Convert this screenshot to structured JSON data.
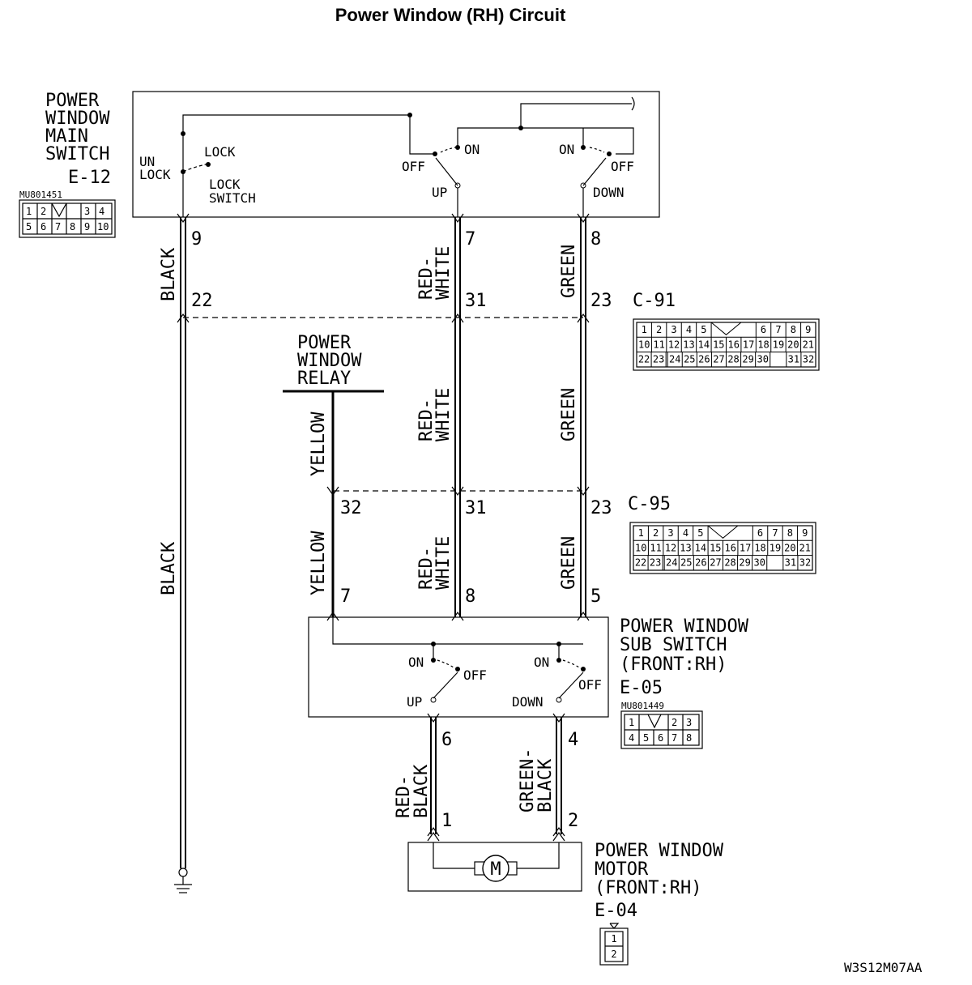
{
  "title": "Power Window (RH) Circuit",
  "main_switch": {
    "name_lines": [
      "POWER",
      "WINDOW",
      "MAIN",
      "SWITCH"
    ],
    "connector": "E-12",
    "part_no": "MU801451",
    "lock_labels": {
      "un": "UN",
      "unlock": "LOCK",
      "lock": "LOCK",
      "switch_l1": "LOCK",
      "switch_l2": "SWITCH"
    },
    "up_labels": {
      "on": "ON",
      "off": "OFF",
      "up": "UP"
    },
    "down_labels": {
      "on": "ON",
      "off": "OFF",
      "down": "DOWN"
    },
    "pin_rows": [
      [
        "1",
        "2",
        "",
        "3",
        "4"
      ],
      [
        "5",
        "6",
        "7",
        "8",
        "9",
        "10"
      ]
    ]
  },
  "wires": {
    "black": "BLACK",
    "red_white_1": "RED-",
    "red_white_2": "WHITE",
    "green": "GREEN",
    "yellow": "YELLOW",
    "red_black_1": "RED-",
    "red_black_2": "BLACK",
    "green_black_1": "GREEN-",
    "green_black_2": "BLACK"
  },
  "pins": {
    "e12_black": "9",
    "e12_rw": "7",
    "e12_green": "8",
    "c91_black": "22",
    "c91_rw": "31",
    "c91_green": "23",
    "c95_yellow": "32",
    "c95_rw": "31",
    "c95_green": "23",
    "e05_yellow": "7",
    "e05_rw": "8",
    "e05_green": "5",
    "e05_up": "6",
    "e05_down": "4",
    "e04_1": "1",
    "e04_2": "2"
  },
  "c91": {
    "name": "C-91",
    "rows": [
      [
        "1",
        "2",
        "3",
        "4",
        "5",
        "",
        "6",
        "7",
        "8",
        "9"
      ],
      [
        "10",
        "11",
        "12",
        "13",
        "14",
        "15",
        "16",
        "17",
        "18",
        "19",
        "20",
        "21"
      ],
      [
        "22",
        "23",
        "",
        "24",
        "25",
        "26",
        "27",
        "28",
        "29",
        "30",
        "",
        "31",
        "32"
      ]
    ]
  },
  "c95": {
    "name": "C-95",
    "rows": [
      [
        "1",
        "2",
        "3",
        "4",
        "5",
        "",
        "6",
        "7",
        "8",
        "9"
      ],
      [
        "10",
        "11",
        "12",
        "13",
        "14",
        "15",
        "16",
        "17",
        "18",
        "19",
        "20",
        "21"
      ],
      [
        "22",
        "23",
        "",
        "24",
        "25",
        "26",
        "27",
        "28",
        "29",
        "30",
        "",
        "31",
        "32"
      ]
    ]
  },
  "relay": {
    "lines": [
      "POWER",
      "WINDOW",
      "RELAY"
    ]
  },
  "sub_switch": {
    "name_lines": [
      "POWER WINDOW",
      "SUB SWITCH",
      "(FRONT:RH)"
    ],
    "connector": "E-05",
    "part_no": "MU801449",
    "up_labels": {
      "on": "ON",
      "off": "OFF",
      "up": "UP"
    },
    "down_labels": {
      "on": "ON",
      "off": "OFF",
      "down": "DOWN"
    },
    "pin_rows": [
      [
        "1",
        "",
        "2",
        "3"
      ],
      [
        "4",
        "5",
        "6",
        "7",
        "8"
      ]
    ]
  },
  "motor": {
    "name_lines": [
      "POWER WINDOW",
      "MOTOR",
      "(FRONT:RH)"
    ],
    "connector": "E-04",
    "symbol": "M",
    "pins": [
      "1",
      "2"
    ]
  },
  "figure_code": "W3S12M07AA"
}
